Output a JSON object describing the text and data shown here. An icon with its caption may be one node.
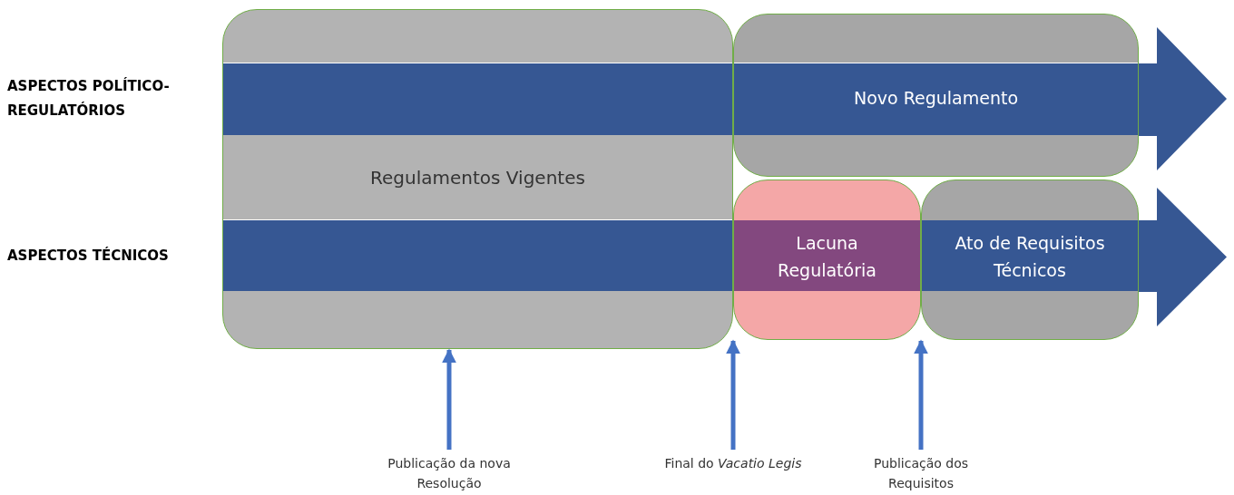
{
  "diagram": {
    "nodes": [
      {
        "text": [
          "ASPECTOS POLÍTICO-REGULATÓRIOS"
        ]
      },
      {
        "text": [
          "ASPECTOS TÉCNICOS"
        ]
      },
      {
        "text": [
          "Regulamentos Vigentes"
        ]
      },
      {
        "text": [
          "Novo Regulamento"
        ]
      },
      {
        "text": [
          "Lacuna Regulatória"
        ]
      },
      {
        "text": [
          "Ato de Requisitos Técnicos"
        ]
      },
      {
        "text": [
          "Publicação da nova Resolução"
        ]
      },
      {
        "text": [
          "Final do *Vacatio Legis*"
        ]
      },
      {
        "text": [
          "Publicação dos Requisitos"
        ]
      }
    ],
    "edges": [
      {
        "from": 6,
        "to": 2,
        "arrow": "to"
      },
      {
        "from": 7,
        "to": 4,
        "arrow": "to"
      },
      {
        "from": 8,
        "to": 4,
        "arrow": "to"
      }
    ]
  }
}
